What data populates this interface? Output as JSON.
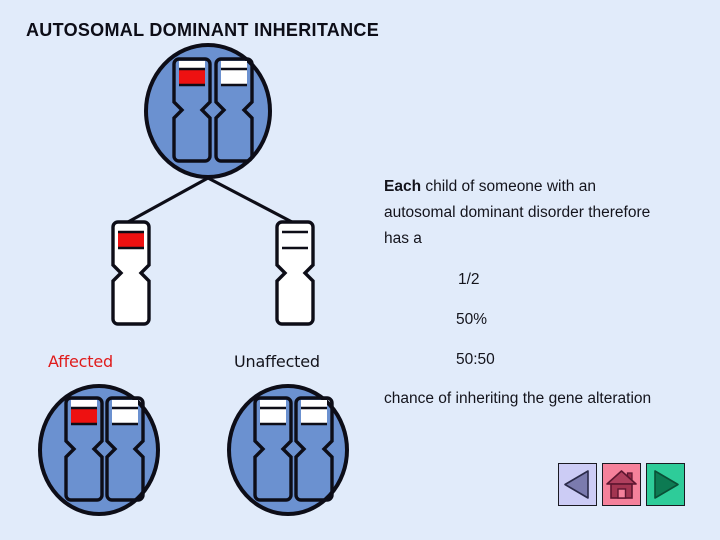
{
  "slide": {
    "title": "AUTOSOMAL DOMINANT INHERITANCE",
    "background_color": "#e1ebfa"
  },
  "text": {
    "paragraph_lead": "Each",
    "paragraph_rest": " child of someone with an autosomal dominant disorder therefore has a",
    "odds_fraction": "1/2",
    "odds_percent": "50%",
    "odds_ratio": "50:50",
    "paragraph_tail": "chance of inheriting the gene alteration"
  },
  "labels": {
    "affected": "Affected",
    "unaffected": "Unaffected",
    "affected_color": "#e01b1b",
    "unaffected_color": "#14141c"
  },
  "diagram": {
    "type": "pedigree-inheritance",
    "cell_fill": "#6b91d0",
    "cell_stroke": "#0d0d17",
    "chromosome_fill": "#ffffff",
    "mutation_band_color": "#ee1111",
    "normal_band_color": "#ffffff",
    "parent": {
      "name": "affected-parent-cell",
      "chromosomes": [
        {
          "band": "mutation",
          "band_color": "#ee1111"
        },
        {
          "band": "normal",
          "band_color": "#ffffff"
        }
      ]
    },
    "gametes": [
      {
        "name": "gamete-with-mutation",
        "band": "mutation",
        "band_color": "#ee1111"
      },
      {
        "name": "gamete-without-mutation",
        "band": "normal",
        "band_color": "#ffffff"
      }
    ],
    "children": [
      {
        "name": "affected-child-cell",
        "status": "Affected",
        "chromosomes": [
          {
            "band": "mutation",
            "band_color": "#ee1111"
          },
          {
            "band": "normal",
            "band_color": "#ffffff"
          }
        ]
      },
      {
        "name": "unaffected-child-cell",
        "status": "Unaffected",
        "chromosomes": [
          {
            "band": "normal",
            "band_color": "#ffffff"
          },
          {
            "band": "normal",
            "band_color": "#ffffff"
          }
        ]
      }
    ]
  },
  "nav": {
    "back": {
      "icon": "triangle-left-icon",
      "label": "Back",
      "bg": "#ccccf5",
      "fg": "#6a6a9a"
    },
    "home": {
      "icon": "house-icon",
      "label": "Home",
      "bg": "#f5819b",
      "fg": "#9c2b4a"
    },
    "forward": {
      "icon": "triangle-right-icon",
      "label": "Forward",
      "bg": "#2ecc99",
      "fg": "#0d6b49"
    }
  }
}
